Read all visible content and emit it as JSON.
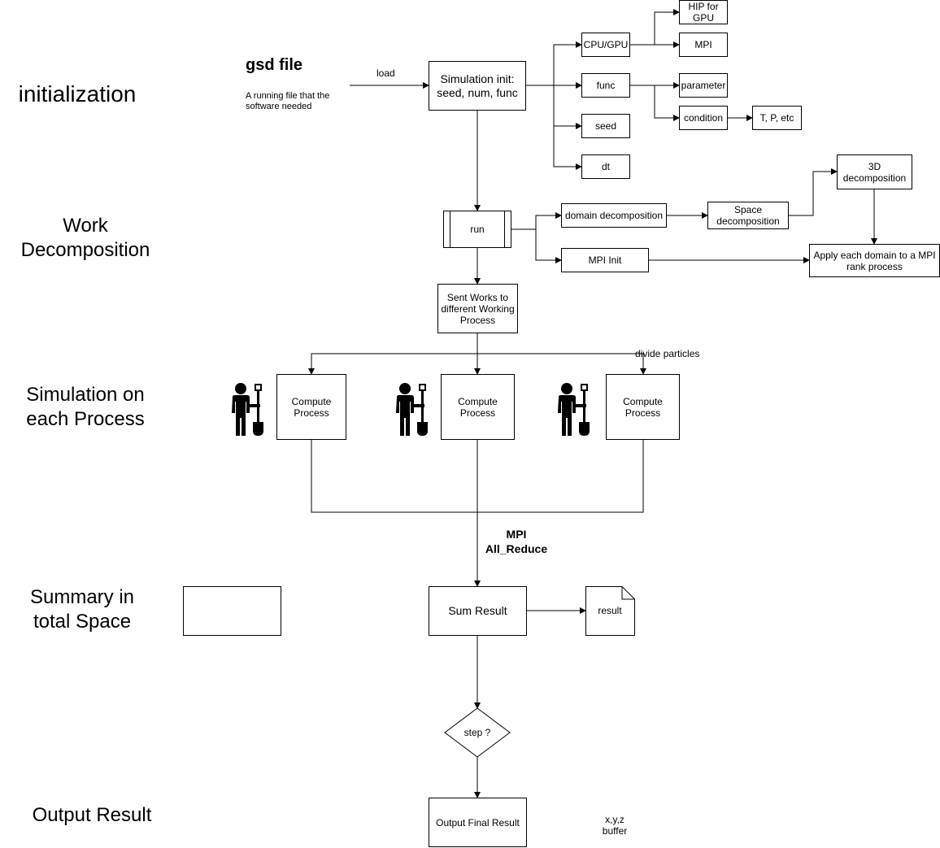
{
  "stages": {
    "initialization": "initialization",
    "work_decomposition": "Work\nDecomposition",
    "simulation": "Simulation on\neach Process",
    "summary": "Summary in\ntotal Space",
    "output": "Output Result"
  },
  "gsd": {
    "title": "gsd file",
    "desc": "A running file that the\nsoftware needed",
    "load_label": "load"
  },
  "nodes": {
    "sim_init": "Simulation init:\nseed, num, func",
    "cpu_gpu": "CPU/GPU",
    "hip": "HIP for\nGPU",
    "mpi": "MPI",
    "func": "func",
    "parameter": "parameter",
    "condition": "condition",
    "tp": "T, P, etc",
    "seed": "seed",
    "dt": "dt",
    "run": "run",
    "domain_decomp": "domain decomposition",
    "space_decomp": "Space\ndecomposition",
    "decomp_3d": "3D\ndecomposition",
    "apply_domain": "Apply each domain to a MPI\nrank process",
    "mpi_init": "MPI Init",
    "sent_works": "Sent Works to\ndifferent Working\nProcess",
    "compute_1": "Compute\nProcess",
    "compute_2": "Compute\nProcess",
    "compute_3": "Compute\nProcess",
    "sum_result": "Sum Result",
    "result_doc": "result",
    "step": "step ?",
    "output_final": "Output Final Result"
  },
  "labels": {
    "divide_particles": "divide particles",
    "mpi_allreduce": "MPI\nAll_Reduce",
    "xyz_buffer": "x,y,z\nbuffer"
  }
}
